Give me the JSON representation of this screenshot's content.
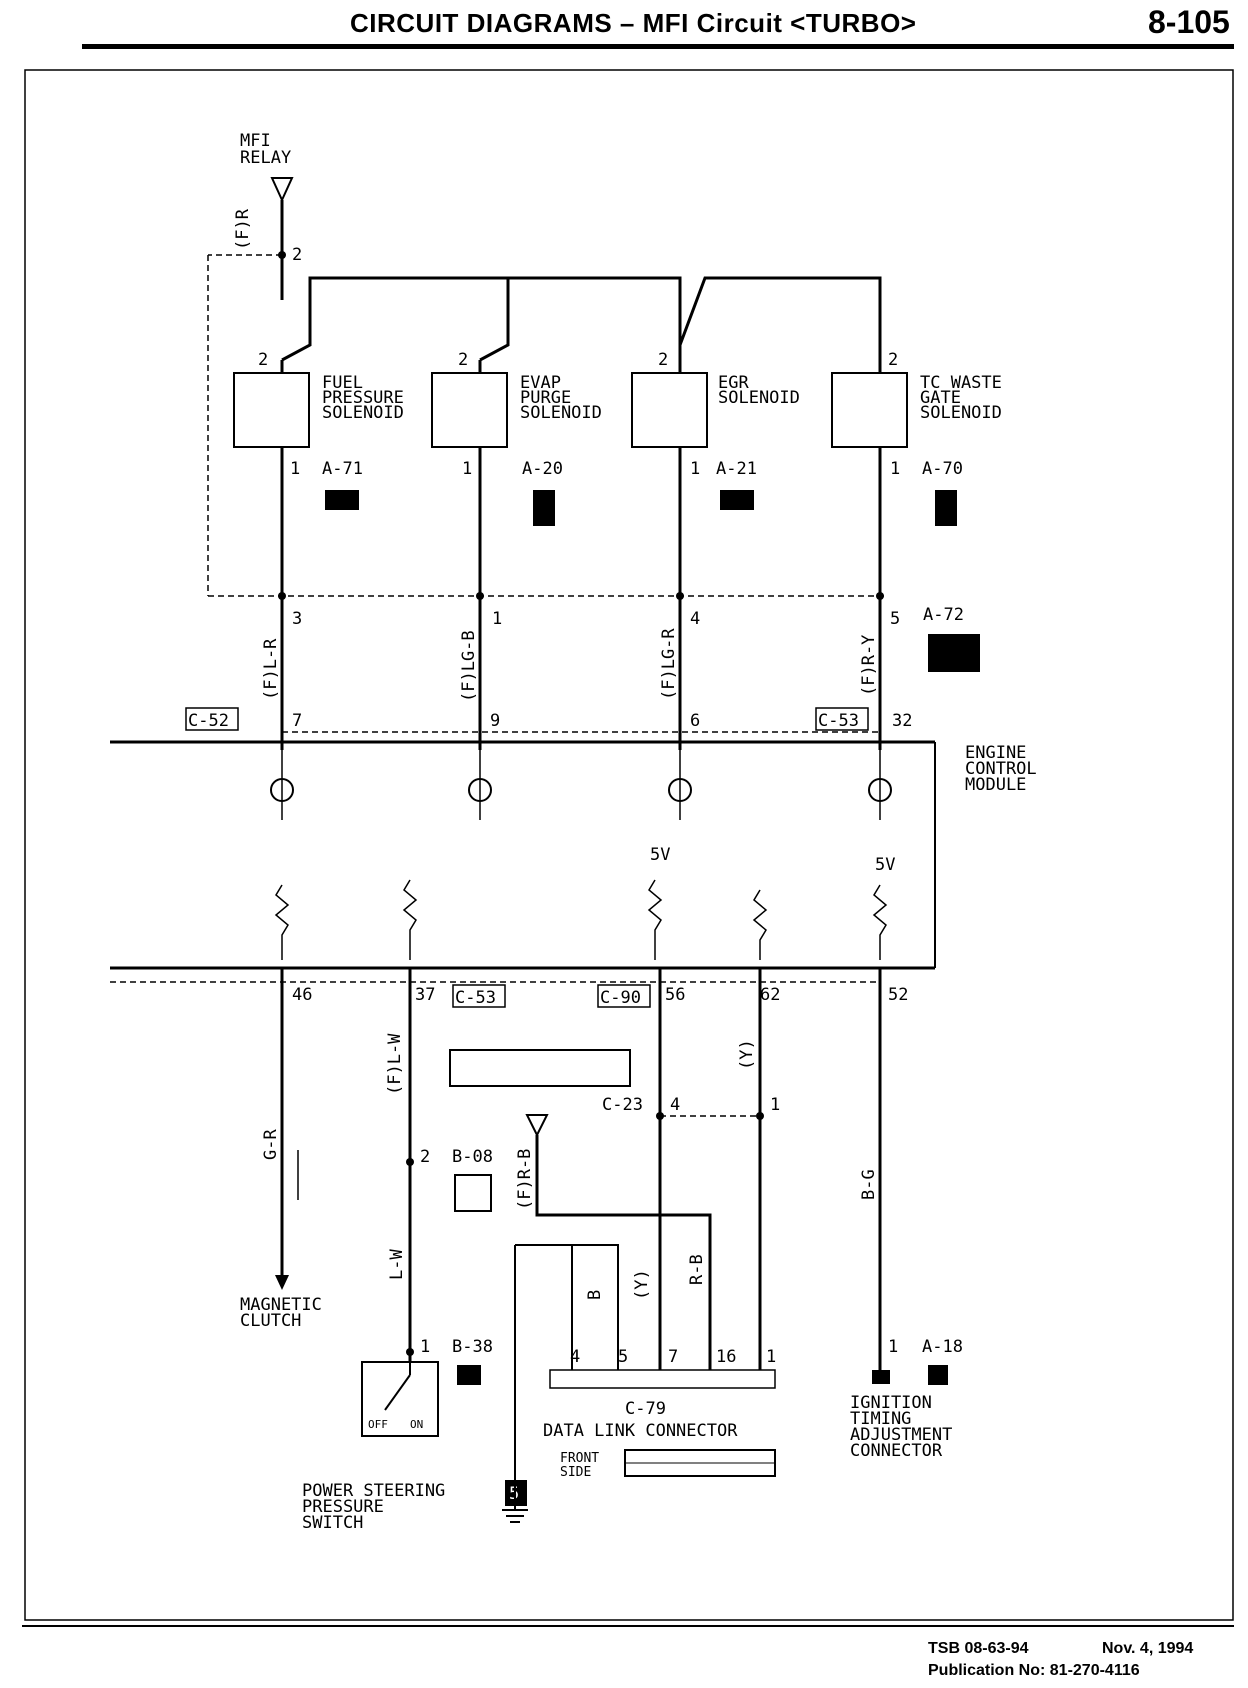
{
  "header": {
    "title": "CIRCUIT DIAGRAMS – MFI Circuit <TURBO>",
    "page_number": "8-105"
  },
  "relay": {
    "label_line1": "MFI",
    "label_line2": "RELAY",
    "wire": "(F)R",
    "pin": "2"
  },
  "solenoids": [
    {
      "line1": "FUEL",
      "line2": "PRESSURE",
      "line3": "SOLENOID",
      "pin_top": "2",
      "pin_bottom": "1",
      "connector": "A-71",
      "wire": "(F)L-R",
      "pin_a72": "3",
      "pin_ecm": "7"
    },
    {
      "line1": "EVAP",
      "line2": "PURGE",
      "line3": "SOLENOID",
      "pin_top": "2",
      "pin_bottom": "1",
      "connector": "A-20",
      "wire": "(F)LG-B",
      "pin_a72": "1",
      "pin_ecm": "9"
    },
    {
      "line1": "EGR",
      "line2": "SOLENOID",
      "line3": "",
      "pin_top": "2",
      "pin_bottom": "1",
      "connector": "A-21",
      "wire": "(F)LG-R",
      "pin_a72": "4",
      "pin_ecm": "6"
    },
    {
      "line1": "TC WASTE",
      "line2": "GATE",
      "line3": "SOLENOID",
      "pin_top": "2",
      "pin_bottom": "1",
      "connector": "A-70",
      "wire": "(F)R-Y",
      "pin_a72": "5",
      "pin_ecm": "32"
    }
  ],
  "connectors": {
    "a72": "A-72",
    "c52": "C-52",
    "c53": "C-53",
    "c90": "C-90",
    "c23": "C-23",
    "b08": "B-08",
    "b38": "B-38",
    "a18": "A-18",
    "c79": "C-79"
  },
  "ecm": {
    "line1": "ENGINE",
    "line2": "CONTROL",
    "line3": "MODULE",
    "sv_label": "5V"
  },
  "lower": {
    "pins": [
      "46",
      "37",
      "56",
      "62",
      "52"
    ],
    "wire_gr": "G-R",
    "wire_fl_w": "(F)L-W",
    "wire_lw": "L-W",
    "wire_y": "(Y)",
    "wire_bg": "B-G",
    "wire_frb": "(F)R-B",
    "wire_b": "B",
    "wire_yy": "(Y)",
    "wire_rb": "R-B",
    "c23_pin4": "4",
    "c23_pin1": "1",
    "b08_pin": "2",
    "b38_pin": "1",
    "a18_pin": "1",
    "magnetic_clutch_line1": "MAGNETIC",
    "magnetic_clutch_line2": "CLUTCH",
    "psp_line1": "POWER STEERING",
    "psp_line2": "PRESSURE",
    "psp_line3": "SWITCH",
    "switch_off": "OFF",
    "switch_on": "ON",
    "dlc_pins": [
      "4",
      "5",
      "7",
      "16",
      "1"
    ],
    "dlc_name": "DATA LINK CONNECTOR",
    "front_line1": "FRONT",
    "front_line2": "SIDE",
    "itac_line1": "IGNITION",
    "itac_line2": "TIMING",
    "itac_line3": "ADJUSTMENT",
    "itac_line4": "CONNECTOR",
    "ground_label": "5"
  },
  "footer": {
    "tsb": "TSB 08-63-94",
    "date": "Nov. 4, 1994",
    "publication": "Publication No: 81-270-4116"
  }
}
